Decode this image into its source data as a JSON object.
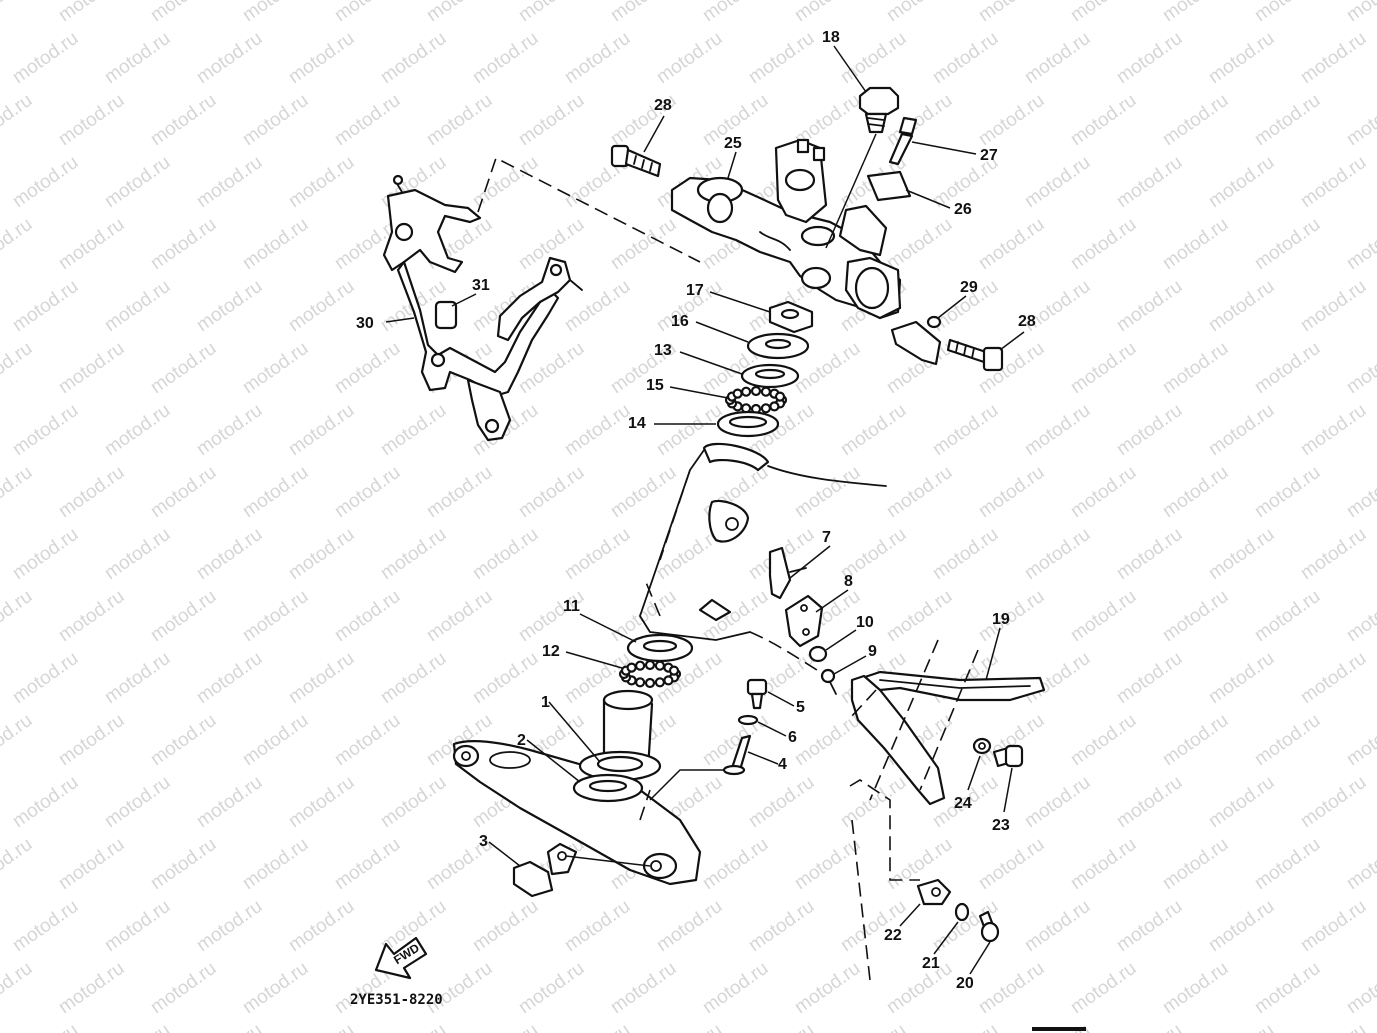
{
  "watermark": "motod.ru",
  "drawing_code": "2YE351-8220",
  "fwd_label": "FWD",
  "callouts": [
    {
      "id": "1",
      "text": "1"
    },
    {
      "id": "2",
      "text": "2"
    },
    {
      "id": "3",
      "text": "3"
    },
    {
      "id": "4",
      "text": "4"
    },
    {
      "id": "5",
      "text": "5"
    },
    {
      "id": "6",
      "text": "6"
    },
    {
      "id": "7",
      "text": "7"
    },
    {
      "id": "8",
      "text": "8"
    },
    {
      "id": "9",
      "text": "9"
    },
    {
      "id": "10",
      "text": "10"
    },
    {
      "id": "11",
      "text": "11"
    },
    {
      "id": "12",
      "text": "12"
    },
    {
      "id": "13",
      "text": "13"
    },
    {
      "id": "14",
      "text": "14"
    },
    {
      "id": "15",
      "text": "15"
    },
    {
      "id": "16",
      "text": "16"
    },
    {
      "id": "17",
      "text": "17"
    },
    {
      "id": "18",
      "text": "18"
    },
    {
      "id": "19",
      "text": "19"
    },
    {
      "id": "20",
      "text": "20"
    },
    {
      "id": "21",
      "text": "21"
    },
    {
      "id": "22",
      "text": "22"
    },
    {
      "id": "23",
      "text": "23"
    },
    {
      "id": "24",
      "text": "24"
    },
    {
      "id": "25",
      "text": "25"
    },
    {
      "id": "26",
      "text": "26"
    },
    {
      "id": "27",
      "text": "27"
    },
    {
      "id": "28a",
      "text": "28"
    },
    {
      "id": "28b",
      "text": "28"
    },
    {
      "id": "29",
      "text": "29"
    },
    {
      "id": "30",
      "text": "30"
    },
    {
      "id": "31",
      "text": "31"
    }
  ]
}
